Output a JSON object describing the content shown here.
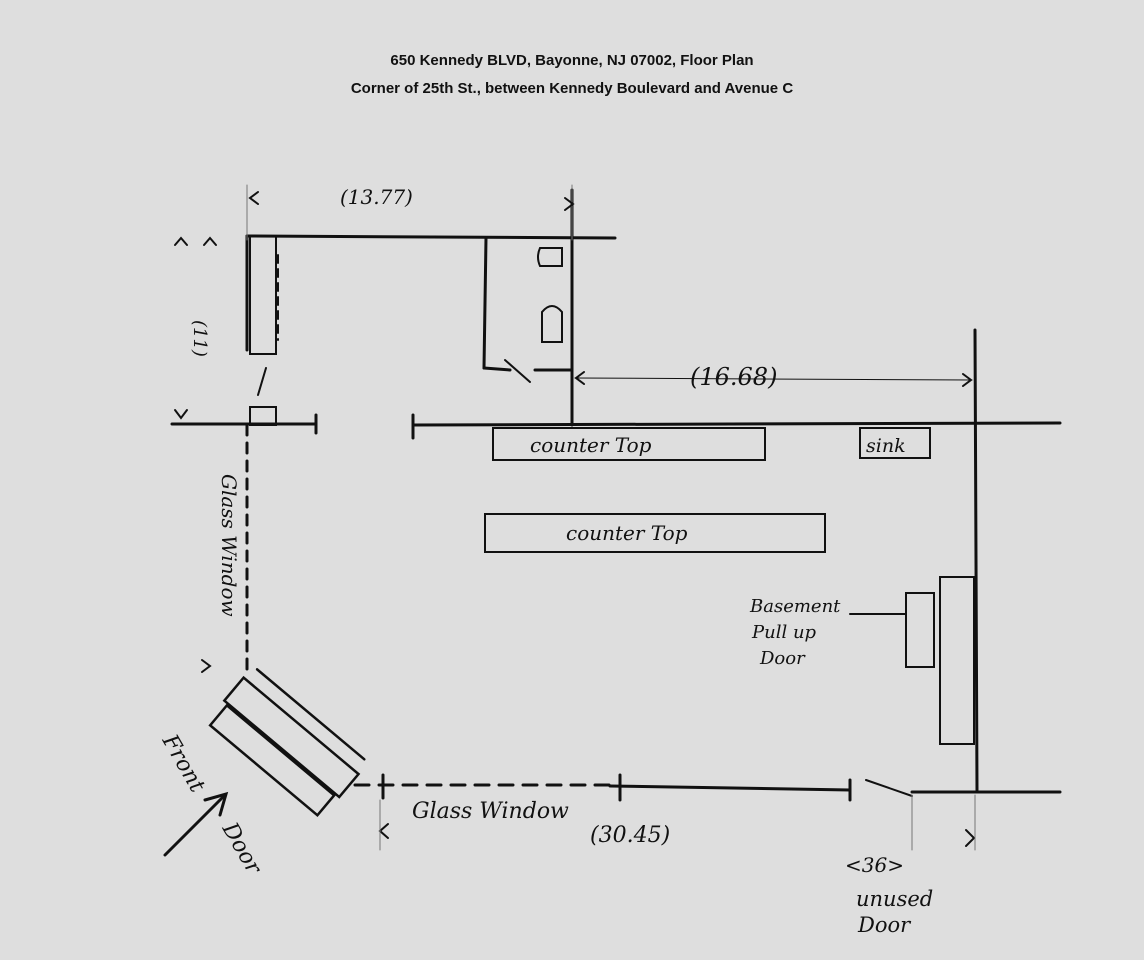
{
  "title_line1": "650 Kennedy BLVD, Bayonne, NJ 07002, Floor Plan",
  "title_line2": "Corner of 25th St., between Kennedy Boulevard and Avenue C",
  "dimensions": {
    "top_wall": "(13.77)",
    "left_wall": "(11)",
    "right_section": "(16.68)",
    "bottom_wall": "(30.45)",
    "door_width": "<36>"
  },
  "labels": {
    "counter_top_1": "counter Top",
    "counter_top_2": "counter Top",
    "sink": "sink",
    "basement_line1": "Basement",
    "basement_line2": "Pull up",
    "basement_line3": "Door",
    "glass_window_left": "Glass Window",
    "glass_window_bottom": "Glass Window",
    "front_door_line1": "Front",
    "front_door_line2": "Door",
    "unused_door_line1": "unused",
    "unused_door_line2": "Door"
  },
  "colors": {
    "background": "#dedede",
    "ink": "#111111"
  }
}
